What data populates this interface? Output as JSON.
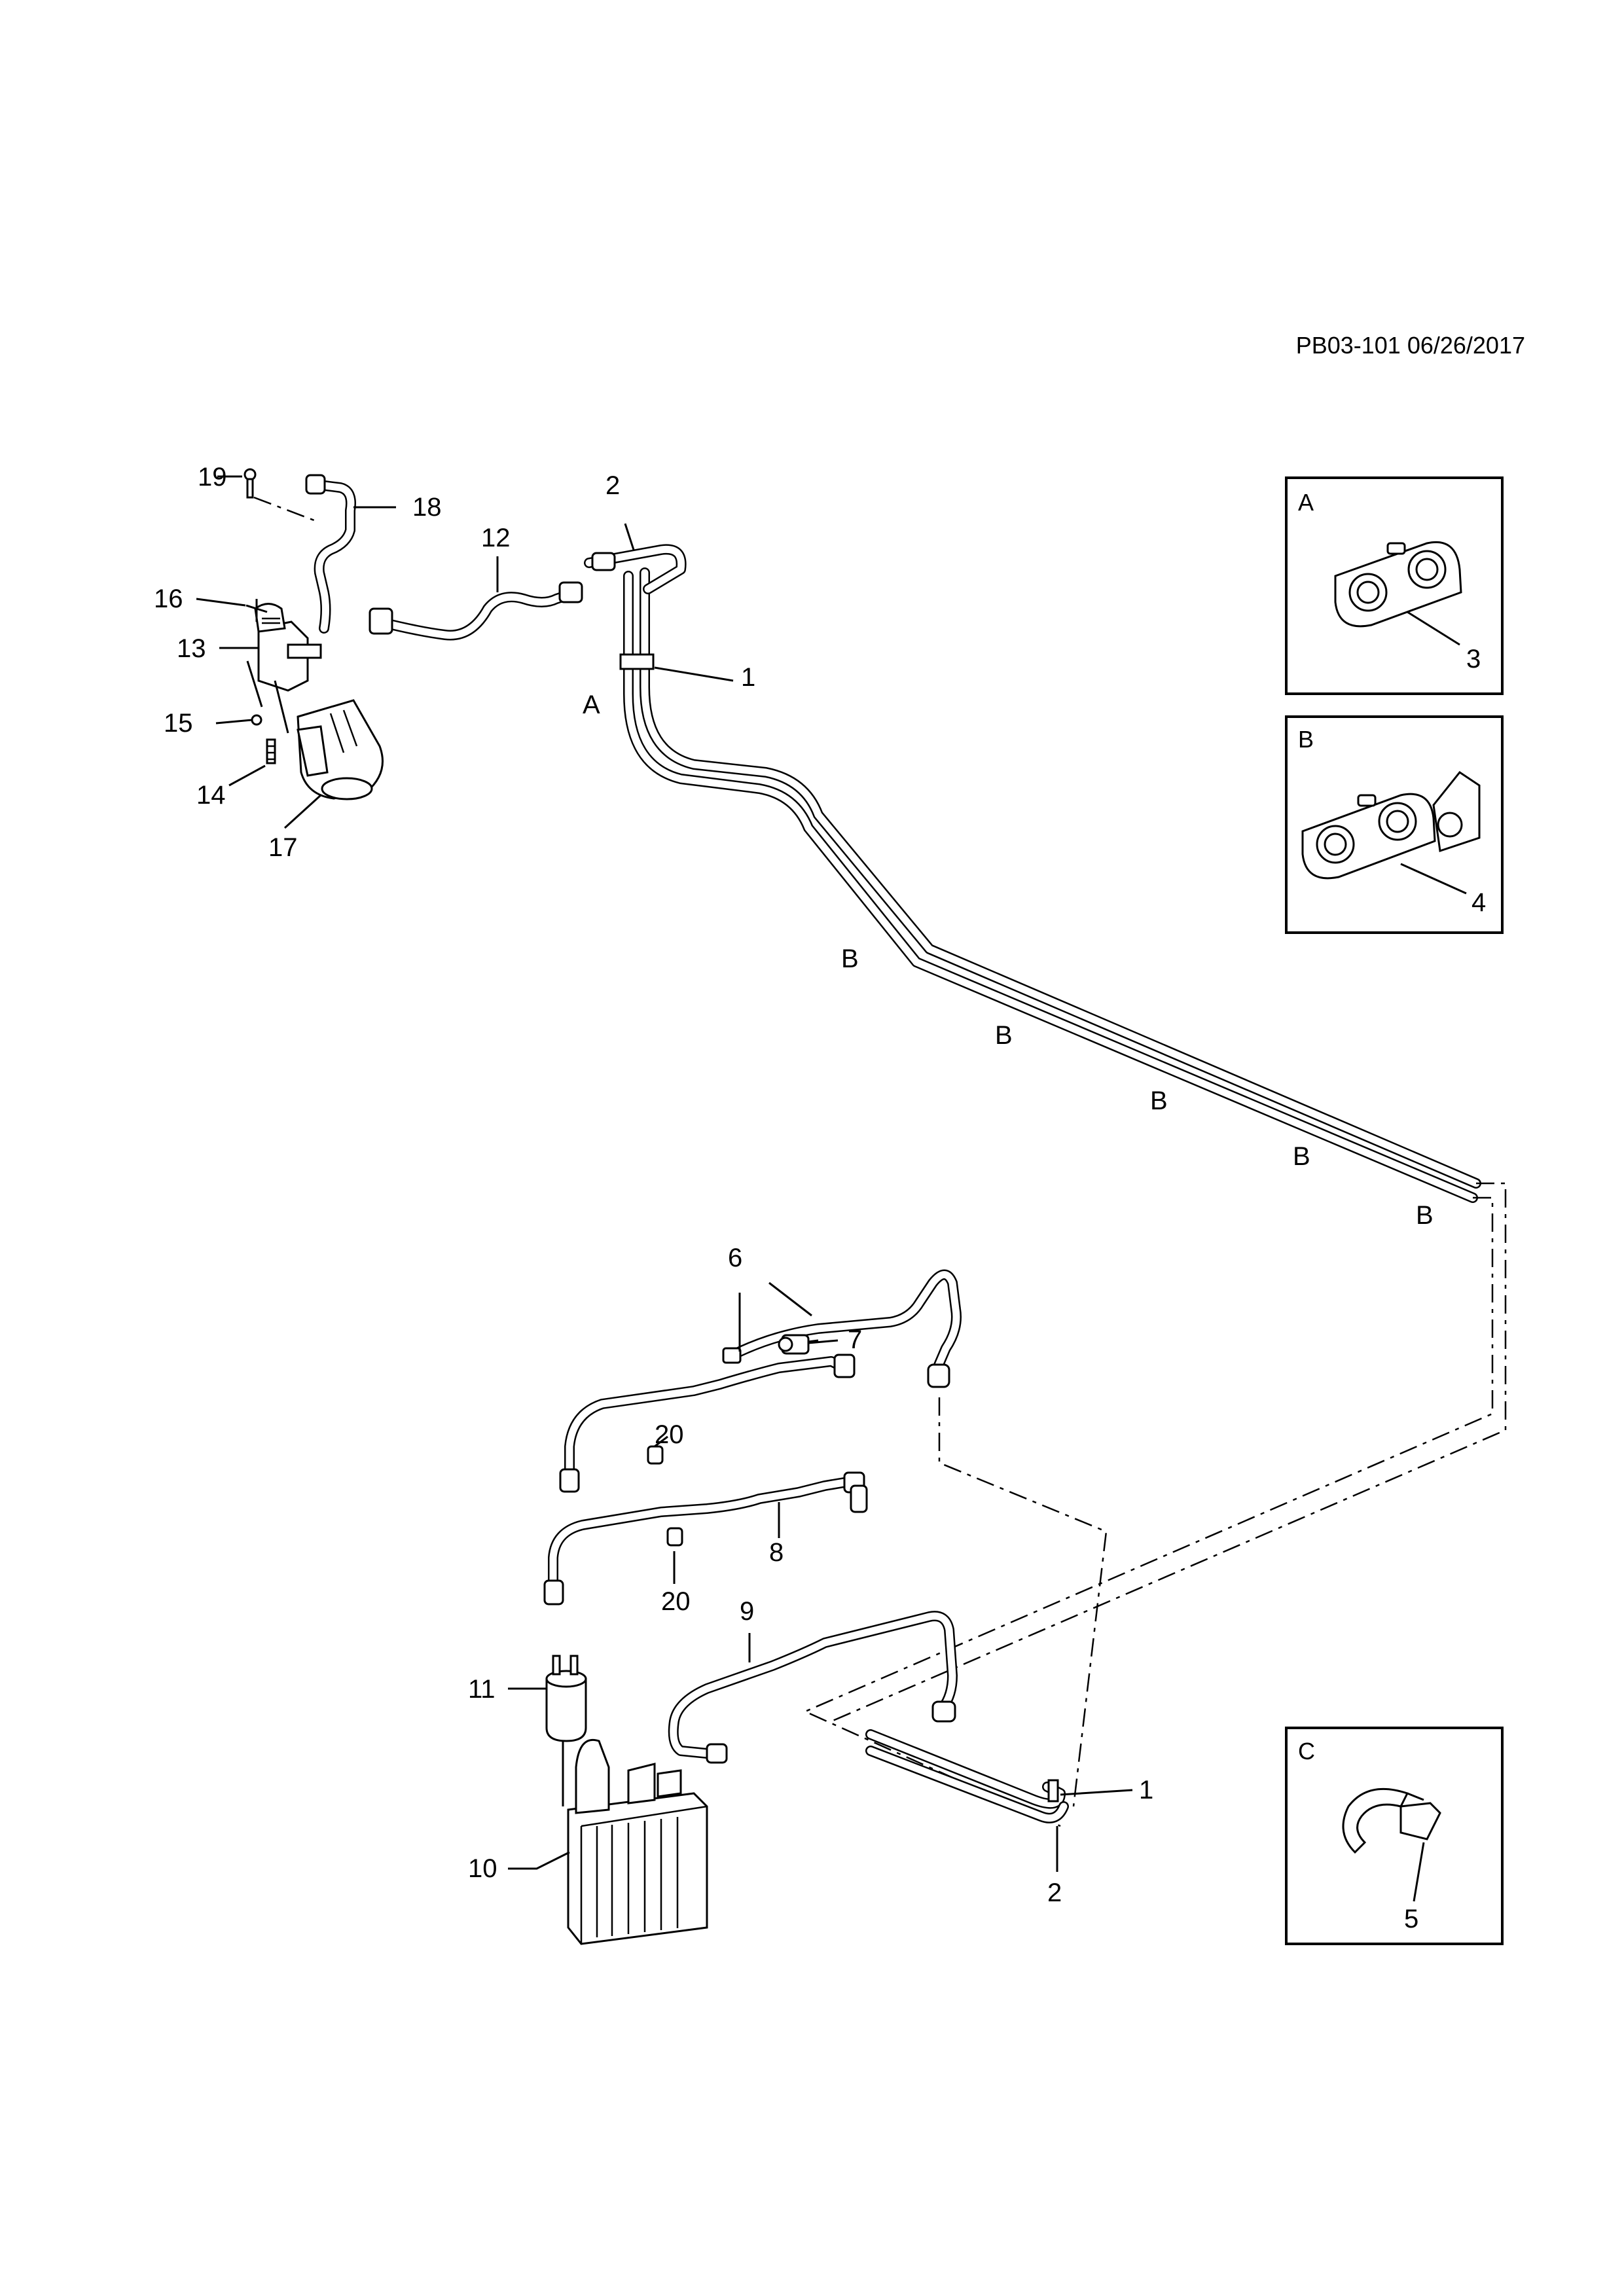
{
  "header": {
    "reference": "PB03-101 06/26/2017"
  },
  "callouts": {
    "c1a": "1",
    "c1b": "1",
    "c2a": "2",
    "c2b": "2",
    "c3": "3",
    "c4": "4",
    "c5": "5",
    "c6": "6",
    "c7": "7",
    "c8": "8",
    "c9": "9",
    "c10": "10",
    "c11": "11",
    "c12": "12",
    "c13": "13",
    "c14": "14",
    "c15": "15",
    "c16": "16",
    "c17": "17",
    "c18": "18",
    "c19": "19",
    "c20a": "20",
    "c20b": "20"
  },
  "zones": {
    "A": "A",
    "B1": "B",
    "B2": "B",
    "B3": "B",
    "B4": "B",
    "B5": "B"
  },
  "insets": {
    "A": {
      "letter": "A",
      "part": "3"
    },
    "B": {
      "letter": "B",
      "part": "4"
    },
    "C": {
      "letter": "C",
      "part": "5"
    }
  }
}
